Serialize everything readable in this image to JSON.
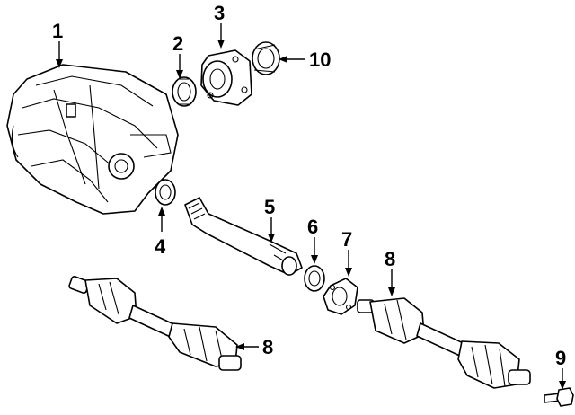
{
  "callouts": {
    "c1": "1",
    "c2": "2",
    "c3": "3",
    "c4": "4",
    "c5": "5",
    "c6": "6",
    "c7": "7",
    "c8a": "8",
    "c8b": "8",
    "c9": "9",
    "c10": "10"
  },
  "colors": {
    "line": "#000000",
    "background": "#ffffff"
  }
}
